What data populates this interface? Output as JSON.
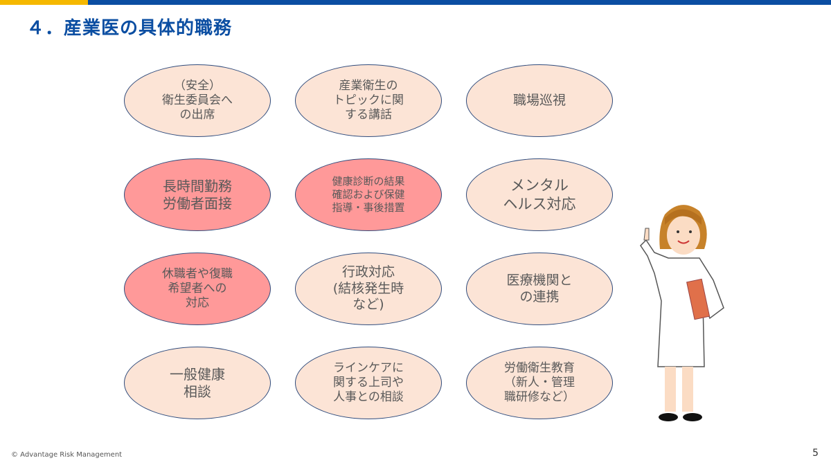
{
  "title": "４．産業医の具体的職務",
  "items": [
    {
      "text": "（安全）\n衛生委員会へ\nの出席",
      "style": "peach",
      "size": 17
    },
    {
      "text": "産業衛生の\nトピックに関\nする講話",
      "style": "peach",
      "size": 17
    },
    {
      "text": "職場巡視",
      "style": "peach",
      "size": 19
    },
    {
      "text": "長時間勤務\n労働者面接",
      "style": "pink",
      "size": 20
    },
    {
      "text": "健康診断の結果\n確認および保健\n指導・事後措置",
      "style": "pink",
      "size": 15
    },
    {
      "text": "メンタル\nヘルス対応",
      "style": "peach",
      "size": 21
    },
    {
      "text": "休職者や復職\n希望者への\n対応",
      "style": "pink",
      "size": 17
    },
    {
      "text": "行政対応\n(結核発生時\nなど)",
      "style": "peach",
      "size": 19
    },
    {
      "text": "医療機関と\nの連携",
      "style": "peach",
      "size": 19
    },
    {
      "text": "一般健康\n相談",
      "style": "peach",
      "size": 20
    },
    {
      "text": "ラインケアに\n関する上司や\n人事との相談",
      "style": "peach",
      "size": 17
    },
    {
      "text": "労働衛生教育\n（新人・管理\n職研修など）",
      "style": "peach",
      "size": 17
    }
  ],
  "footer": "© Advantage Risk Management",
  "page_number": "5",
  "colors": {
    "peach": "#FCE4D6",
    "pink": "#FF9999",
    "border": "#2F4B7C",
    "accent": "#0B4EA2"
  }
}
